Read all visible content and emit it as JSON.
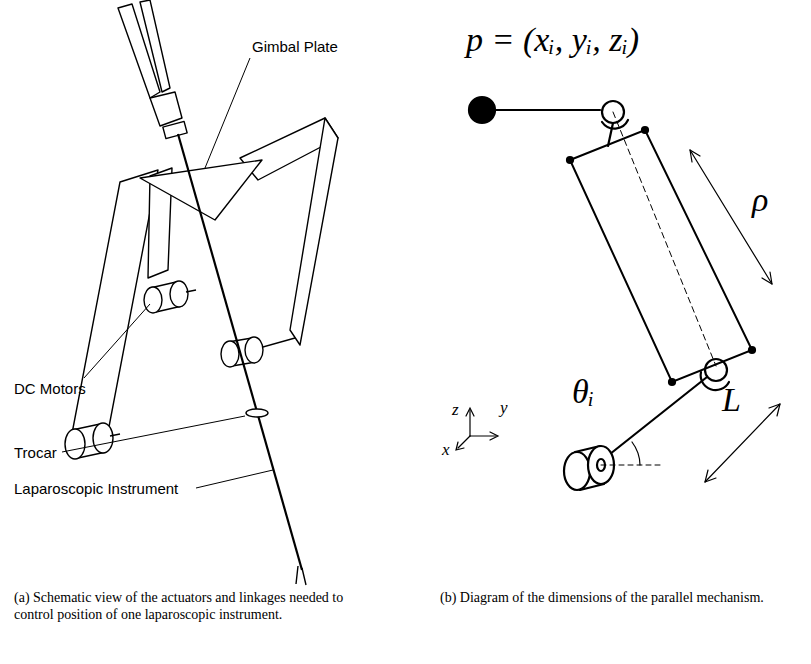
{
  "diagram": {
    "labels": [
      "Gimbal Plate",
      "DC Motors",
      "Trocar",
      "Laparoscopic Instrument",
      "p = (xᵢ, yᵢ, zᵢ)",
      "ρ",
      "θᵢ",
      "L",
      "z",
      "y",
      "x",
      "(a) Schematic view of the actuators and linkages needed to control position of one laparoscopic instrument.",
      "(b) Diagram of the dimensions of the parallel mechanism."
    ]
  }
}
